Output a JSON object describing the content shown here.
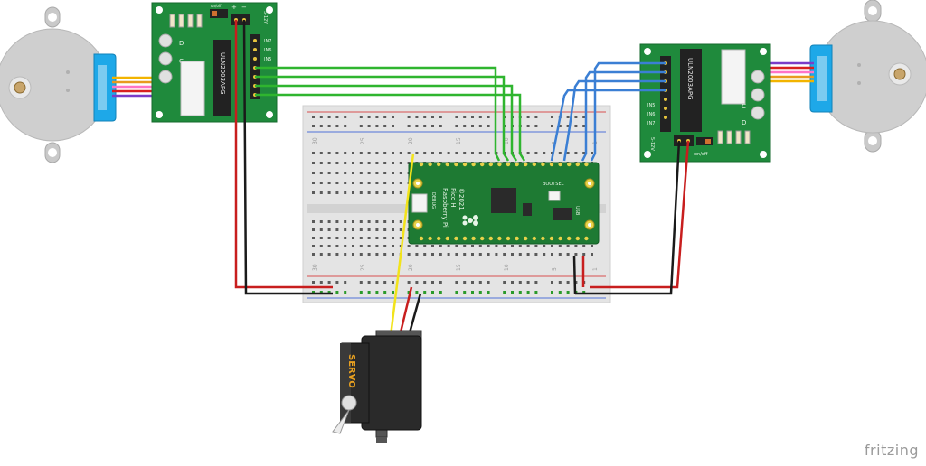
{
  "brand": "fritzing",
  "pico": {
    "line1": "Raspberry Pi",
    "line2": "Pico H",
    "line3": "©2021",
    "bootsel": "BOOTSEL",
    "debug": "DEBUG",
    "usb": "USB"
  },
  "driver_left": {
    "chip": "ULN2003APG",
    "power_label": "on/off",
    "voltage": "5-12V",
    "plus": "+",
    "minus": "−",
    "in7": "IN7",
    "in6": "IN6",
    "in5": "IN5",
    "led_c": "C",
    "led_d": "D"
  },
  "driver_right": {
    "chip": "ULN2003APG",
    "power_label": "on/off",
    "voltage": "5-12V",
    "in5": "IN5",
    "in6": "IN6",
    "in7": "IN7",
    "led_c": "C",
    "led_d": "D"
  },
  "servo": {
    "label": "SERVO"
  },
  "breadboard": {
    "cols_top": [
      "30",
      "25",
      "20",
      "15",
      "10",
      "5",
      "1"
    ],
    "cols_bottom": [
      "30",
      "25",
      "20",
      "15",
      "10",
      "5",
      "1"
    ]
  },
  "colors": {
    "green_wire": "#2fb52f",
    "blue_wire": "#3b7fd4",
    "red_wire": "#c81e1e",
    "black_wire": "#1a1a1a",
    "yellow_wire": "#f2e31b",
    "pcb_green": "#1f8a3c",
    "pico_green": "#1e7a33",
    "motor_blue": "#1ea8e8"
  }
}
